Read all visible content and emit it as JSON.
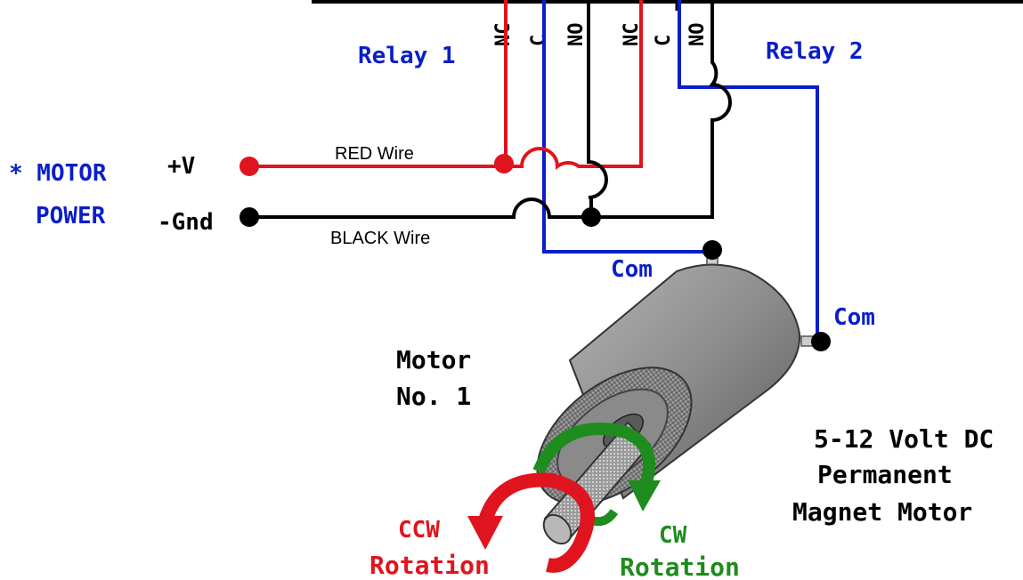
{
  "relay_terminals": [
    "NC",
    "C",
    "NO",
    "NC",
    "C",
    "NO"
  ],
  "relay1_label": "Relay 1",
  "relay2_label": "Relay 2",
  "motor_power_label_1": "* MOTOR",
  "motor_power_label_2": "POWER",
  "plus_v_label": "+V",
  "gnd_label": "-Gnd",
  "red_wire_label": "RED Wire",
  "black_wire_label": "BLACK Wire",
  "com_label_1": "Com",
  "com_label_2": "Com",
  "motor_name_1": "Motor",
  "motor_name_2": "No. 1",
  "motor_desc_1": "5-12 Volt DC",
  "motor_desc_2": "Permanent",
  "motor_desc_3": "Magnet Motor",
  "ccw_label_1": "CCW",
  "ccw_label_2": "Rotation",
  "cw_label_1": "CW",
  "cw_label_2": "Rotation",
  "colors": {
    "relay_label": "#0a1ec8",
    "red_wire": "#e0141e",
    "black_wire": "#000000",
    "blue_wire": "#0a1ec8",
    "ccw": "#e0141e",
    "cw": "#1e8c1e",
    "motor_body": "#8c8c8c"
  },
  "icons": [
    "ccw-arrow-icon",
    "cw-arrow-icon",
    "motor-icon"
  ]
}
